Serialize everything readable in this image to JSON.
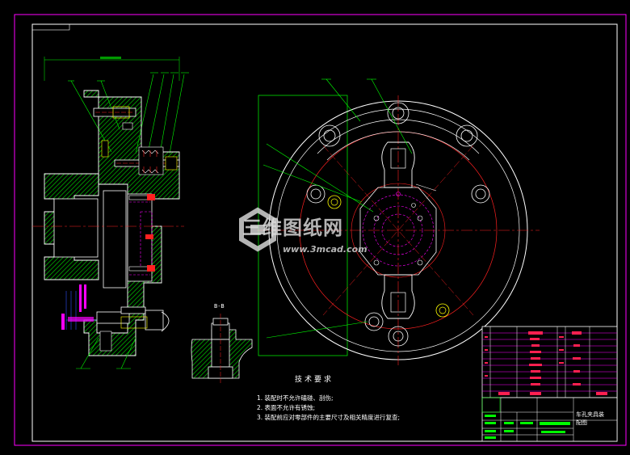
{
  "drawing": {
    "section_label": "B-B",
    "technical_requirements": {
      "title": "技术要求",
      "items": [
        "1. 装配时不允许磕碰、刮伤;",
        "2. 表面不允许有锈蚀;",
        "3. 装配前应对零部件的主要尺寸及相关精度进行复查;"
      ]
    },
    "title_block": {
      "line1": "车孔夹具装",
      "line2": "配图"
    }
  },
  "watermark": {
    "brand": "三维图纸网",
    "url": "www.3mcad.com"
  },
  "colors": {
    "background": "#000000",
    "border": "#ff00ff",
    "outline": "#ffffff",
    "hatch": "#00b000",
    "leader": "#00ff00",
    "center_line": "#ff2020",
    "hidden_line": "#ff00ff",
    "table_text": "#ff2050",
    "yellow": "#ffff00",
    "blue_dims": "#3050ff"
  }
}
